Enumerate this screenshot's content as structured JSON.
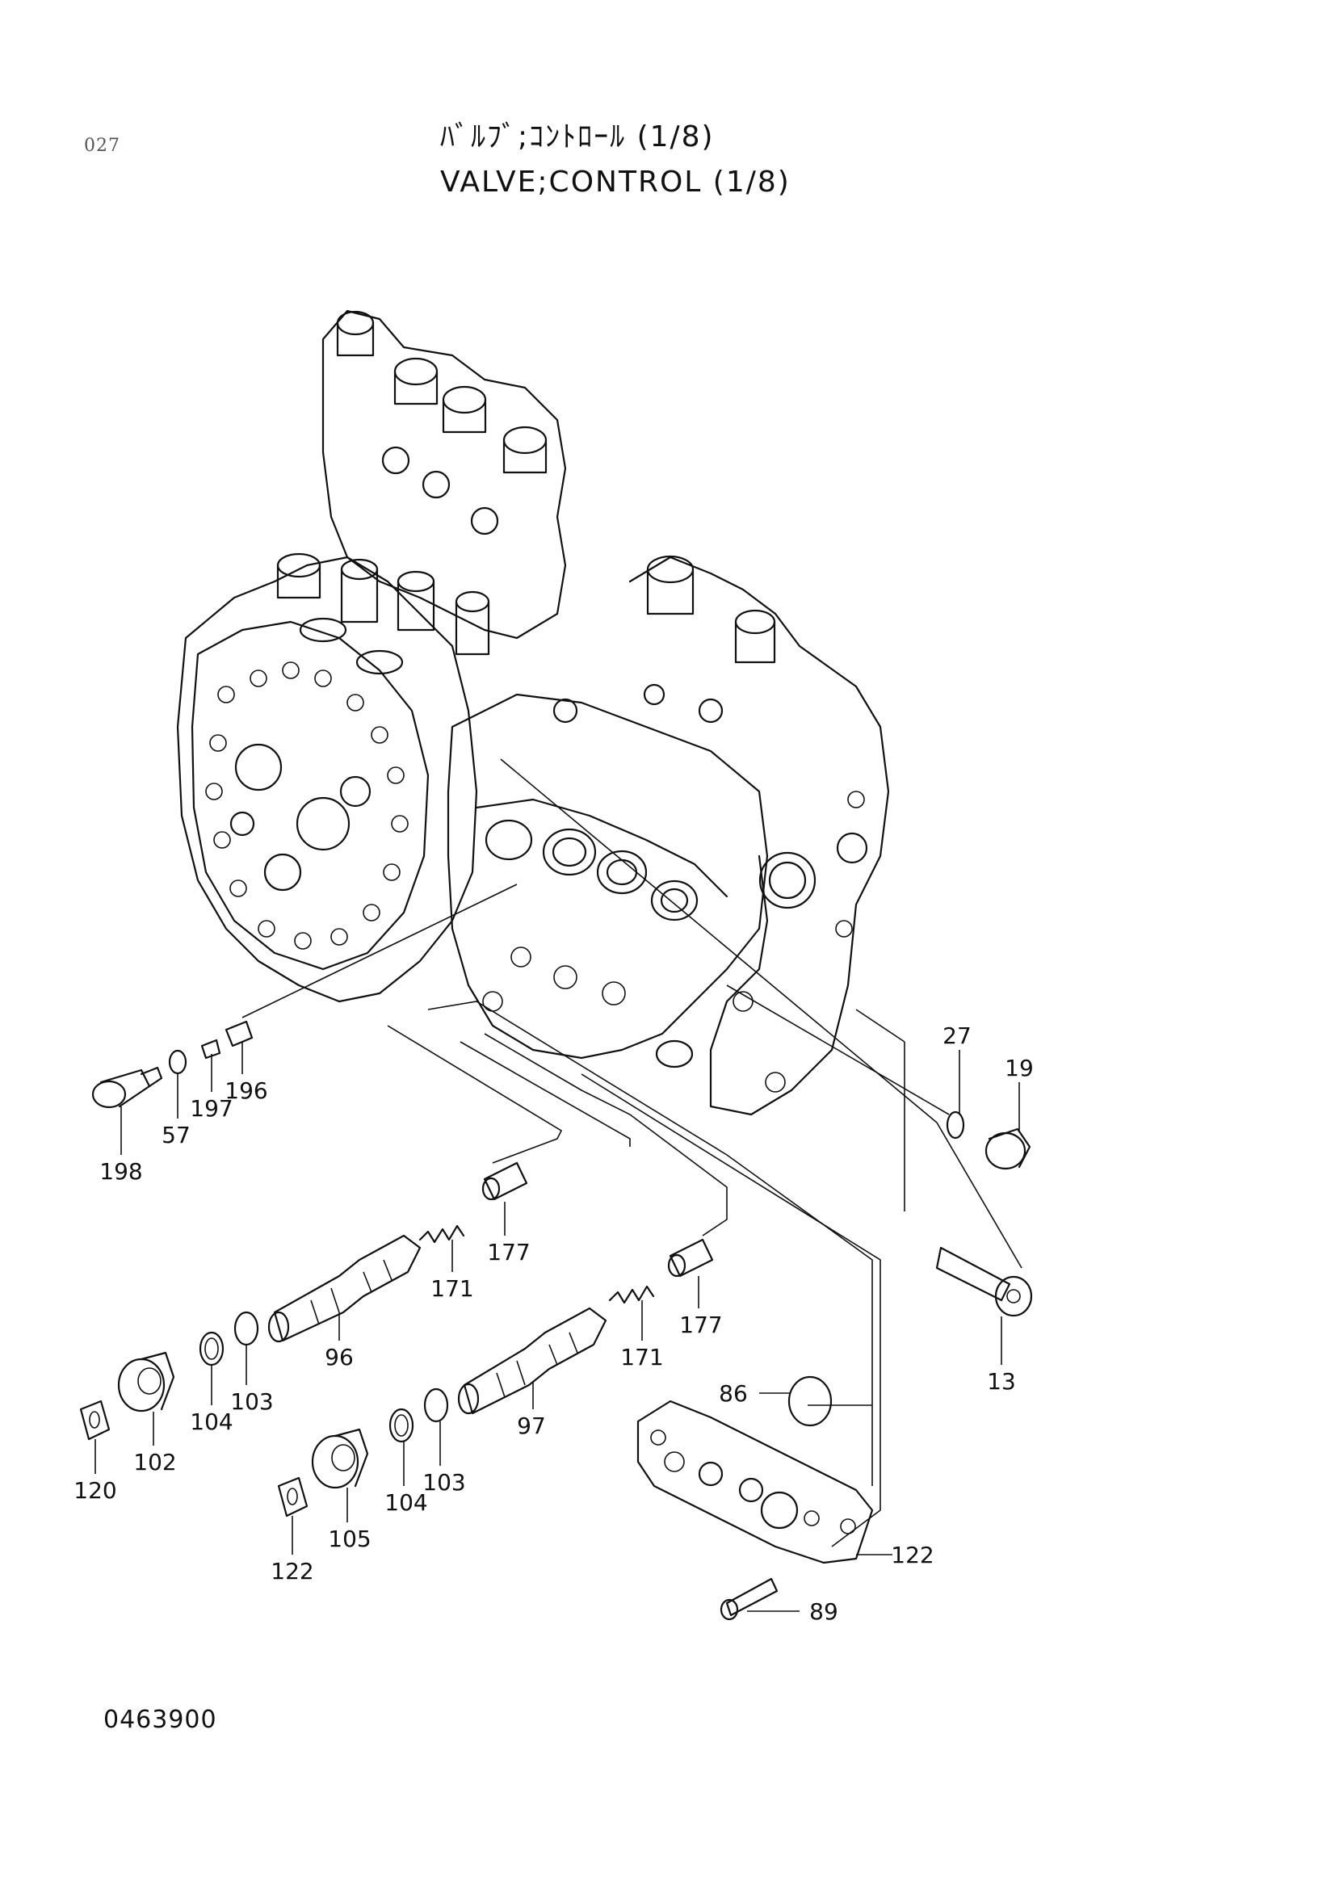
{
  "page_id": "027",
  "title_jp": "ﾊﾞﾙﾌﾞ;ｺﾝﾄﾛｰﾙ (1/8)",
  "title_en": "VALVE;CONTROL (1/8)",
  "drawing_number": "0463900",
  "parts": [
    {
      "id": "p13",
      "label": "13"
    },
    {
      "id": "p19",
      "label": "19"
    },
    {
      "id": "p27",
      "label": "27"
    },
    {
      "id": "p57",
      "label": "57"
    },
    {
      "id": "p86",
      "label": "86"
    },
    {
      "id": "p89",
      "label": "89"
    },
    {
      "id": "p96",
      "label": "96"
    },
    {
      "id": "p97",
      "label": "97"
    },
    {
      "id": "p102",
      "label": "102"
    },
    {
      "id": "p103a",
      "label": "103"
    },
    {
      "id": "p103b",
      "label": "103"
    },
    {
      "id": "p104a",
      "label": "104"
    },
    {
      "id": "p104b",
      "label": "104"
    },
    {
      "id": "p105",
      "label": "105"
    },
    {
      "id": "p120a",
      "label": "120"
    },
    {
      "id": "p120b",
      "label": "120"
    },
    {
      "id": "p122",
      "label": "122"
    },
    {
      "id": "p171a",
      "label": "171"
    },
    {
      "id": "p171b",
      "label": "171"
    },
    {
      "id": "p177a",
      "label": "177"
    },
    {
      "id": "p177b",
      "label": "177"
    },
    {
      "id": "p196",
      "label": "196"
    },
    {
      "id": "p197",
      "label": "197"
    },
    {
      "id": "p198",
      "label": "198"
    }
  ]
}
